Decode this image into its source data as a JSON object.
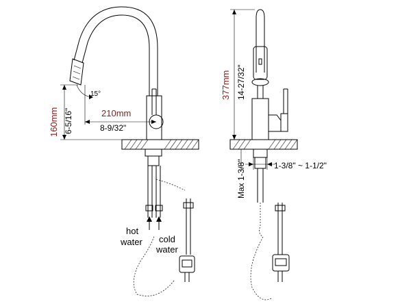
{
  "colors": {
    "metric": "#8b1a1a",
    "line": "#000000",
    "background": "#ffffff"
  },
  "left_view": {
    "reach_mm": "210mm",
    "reach_in": "8-9/32\"",
    "height_mm": "160mm",
    "height_in": "6-5/16\"",
    "angle": "15°",
    "hot_label_1": "hot",
    "hot_label_2": "water",
    "cold_label_1": "cold",
    "cold_label_2": "water"
  },
  "right_view": {
    "total_height_mm": "377mm",
    "total_height_in": "14-27/32\"",
    "deck_thickness": "Max 1-3/8\"",
    "hole_diameter": "1-3/8\" ~ 1-1/2\""
  }
}
